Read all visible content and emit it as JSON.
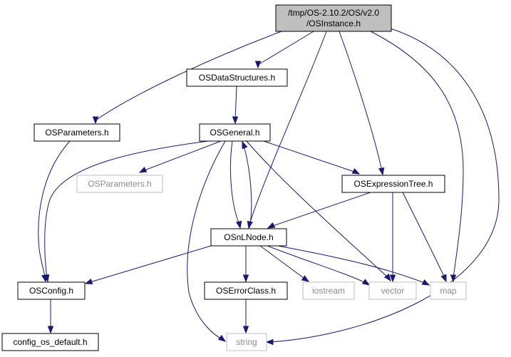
{
  "nodes": {
    "osinstance": {
      "lines": [
        "/tmp/OS-2.10.2/OS/v2.0",
        "/OSInstance.h"
      ],
      "kind": "root"
    },
    "osdatastructures": {
      "lines": [
        "OSDataStructures.h"
      ],
      "kind": "project"
    },
    "osparameters_left": {
      "lines": [
        "OSParameters.h"
      ],
      "kind": "project"
    },
    "osgeneral": {
      "lines": [
        "OSGeneral.h"
      ],
      "kind": "project"
    },
    "osparameters_gray": {
      "lines": [
        "OSParameters.h"
      ],
      "kind": "system"
    },
    "osexpressiontree": {
      "lines": [
        "OSExpressionTree.h"
      ],
      "kind": "project"
    },
    "osnlnode": {
      "lines": [
        "OSnLNode.h"
      ],
      "kind": "project"
    },
    "osconfig": {
      "lines": [
        "OSConfig.h"
      ],
      "kind": "project"
    },
    "oserrorclass": {
      "lines": [
        "OSErrorClass.h"
      ],
      "kind": "project"
    },
    "iostream": {
      "lines": [
        "iostream"
      ],
      "kind": "system"
    },
    "vector": {
      "lines": [
        "vector"
      ],
      "kind": "system"
    },
    "map": {
      "lines": [
        "map"
      ],
      "kind": "system"
    },
    "config_os_default": {
      "lines": [
        "config_os_default.h"
      ],
      "kind": "project"
    },
    "string": {
      "lines": [
        "string"
      ],
      "kind": "system"
    }
  },
  "colors": {
    "edge": "#191970",
    "root_fill": "#bfbfbf",
    "system_border": "#bfbfbf",
    "system_text": "#8c8c8c"
  }
}
